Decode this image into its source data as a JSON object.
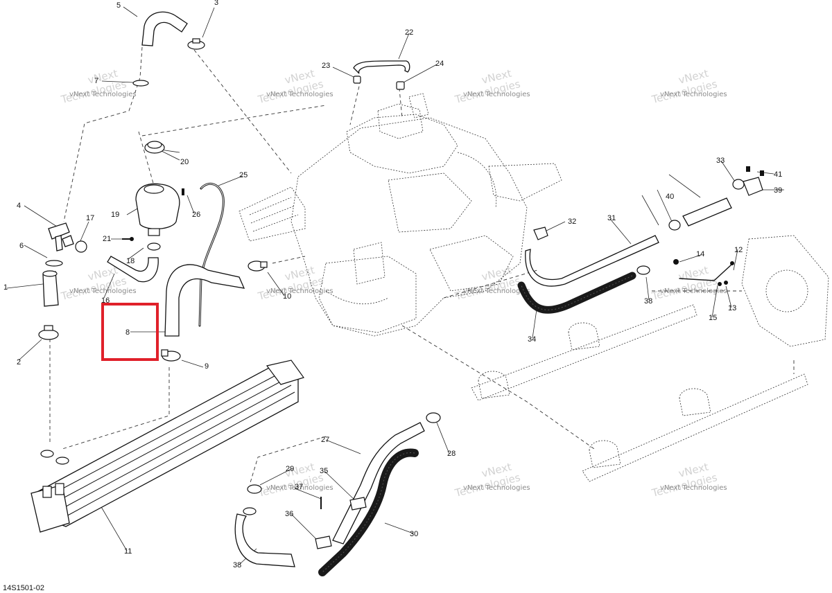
{
  "figure_id": "14S1501-02",
  "watermark": {
    "line1": "vNext",
    "line2": "Technologies",
    "small": "vNext Technologies"
  },
  "highlight_color": "#e0202a",
  "highlighted_part": "8",
  "callouts": [
    "1",
    "2",
    "3",
    "4",
    "5",
    "6",
    "7",
    "8",
    "9",
    "10",
    "11",
    "12",
    "13",
    "14",
    "15",
    "16",
    "17",
    "18",
    "19",
    "20",
    "21",
    "22",
    "23",
    "24",
    "25",
    "26",
    "27",
    "28",
    "29",
    "30",
    "31",
    "32",
    "33",
    "34",
    "35",
    "36",
    "37",
    "38",
    "38",
    "39",
    "40",
    "41"
  ]
}
